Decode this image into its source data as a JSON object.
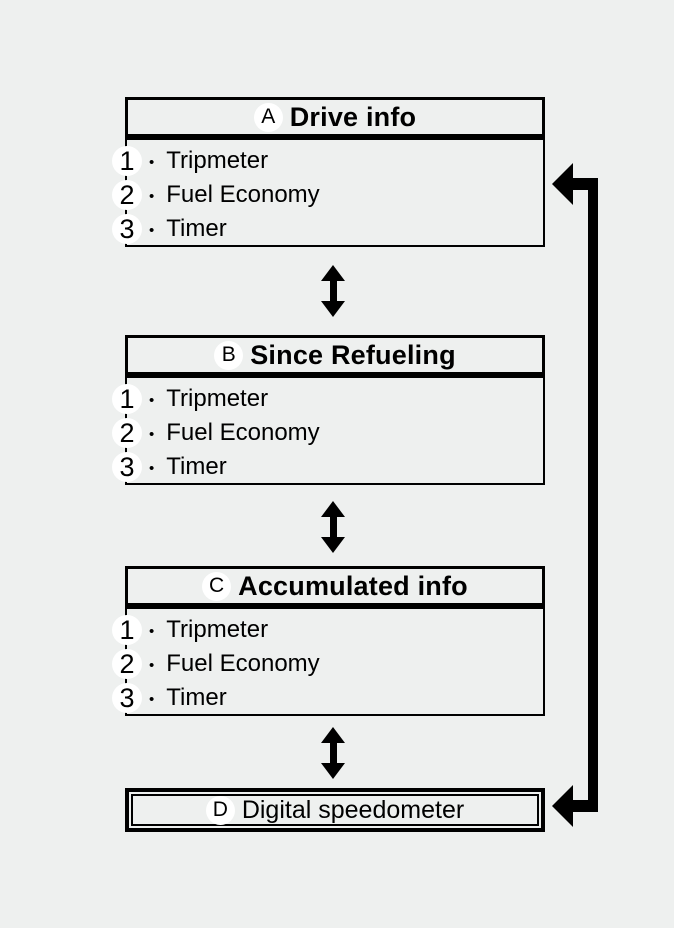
{
  "page": {
    "background_color": "#eef0ef",
    "line_color": "#000000",
    "circle_background": "#ffffff"
  },
  "bullet": "•",
  "boxes": [
    {
      "label": "A",
      "title": "Drive info",
      "items": [
        {
          "num": "1",
          "text": "Tripmeter"
        },
        {
          "num": "2",
          "text": "Fuel Economy"
        },
        {
          "num": "3",
          "text": "Timer"
        }
      ]
    },
    {
      "label": "B",
      "title": "Since Refueling",
      "items": [
        {
          "num": "1",
          "text": "Tripmeter"
        },
        {
          "num": "2",
          "text": "Fuel Economy"
        },
        {
          "num": "3",
          "text": "Timer"
        }
      ]
    },
    {
      "label": "C",
      "title": "Accumulated info",
      "items": [
        {
          "num": "1",
          "text": "Tripmeter"
        },
        {
          "num": "2",
          "text": "Fuel Economy"
        },
        {
          "num": "3",
          "text": "Timer"
        }
      ]
    },
    {
      "label": "D",
      "title": "Digital speedometer",
      "items": []
    }
  ]
}
